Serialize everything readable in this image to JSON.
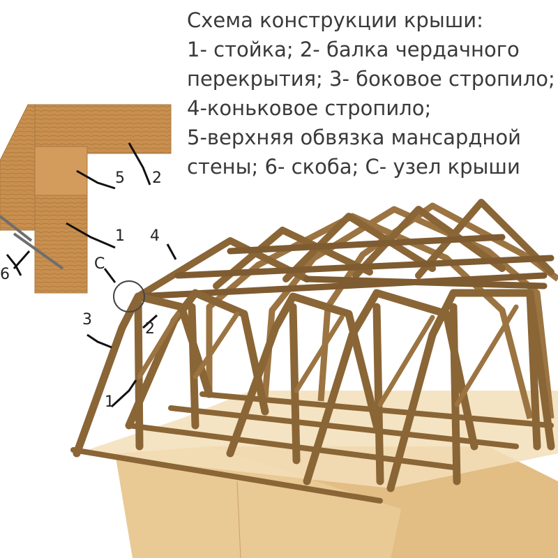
{
  "legend": {
    "title": "Схема конструкции крыши:",
    "line1": "1- стойка; 2- балка чердачного",
    "line2": "перекрытия; 3- боковое стропило;",
    "line3": "4-коньковое стропило;",
    "line4": "5-верхняя обвязка мансардной",
    "line5": "стены; 6- скоба; С- узел крыши"
  },
  "labels": {
    "stoyka": "1",
    "balka": "2",
    "bokovoe": "3",
    "konkovoe": "4",
    "obvyazka": "5",
    "skoba": "6",
    "uzel": "С"
  },
  "colors": {
    "timber": "#8a6536",
    "timber_dark": "#5e4222",
    "detail_wood": "#c88f4f",
    "base": "#e9c994",
    "floor": "#f3dfb8"
  }
}
